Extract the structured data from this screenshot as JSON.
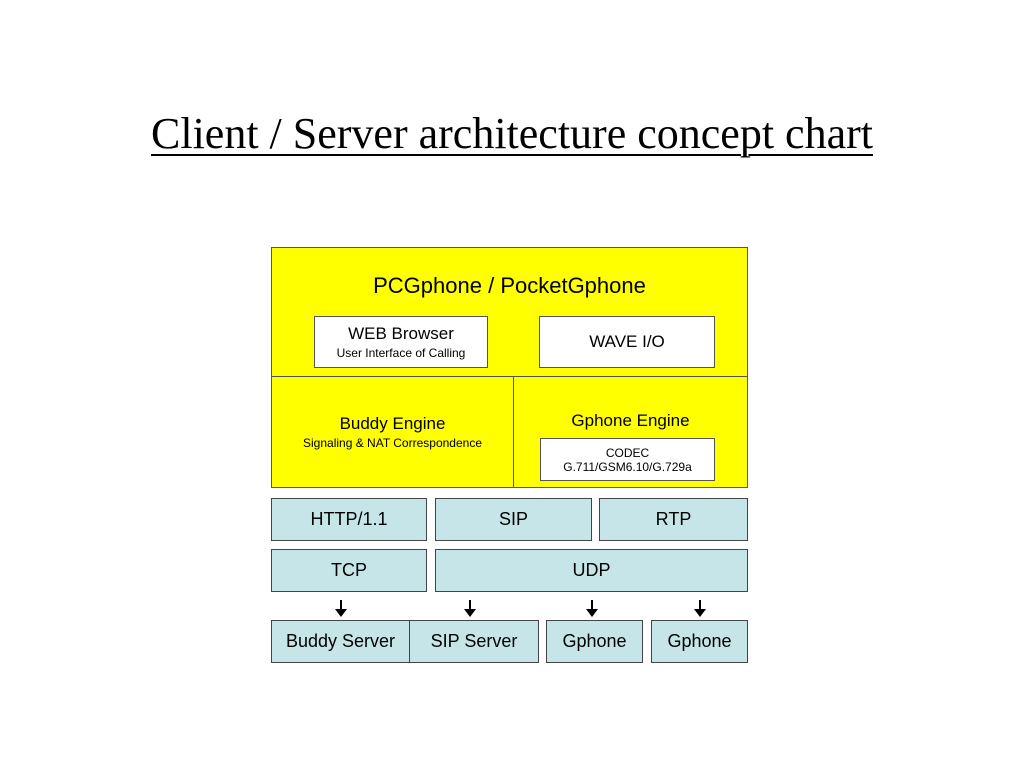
{
  "title": "Client / Server architecture concept chart",
  "client": {
    "title": "PCGphone / PocketGphone",
    "web_browser": {
      "title": "WEB Browser",
      "subtitle": "User Interface of Calling"
    },
    "wave_io": "WAVE I/O",
    "buddy_engine": {
      "title": "Buddy Engine",
      "subtitle": "Signaling &  NAT Correspondence"
    },
    "gphone_engine": {
      "title": "Gphone Engine",
      "codec_title": "CODEC",
      "codec_formats": "G.711/GSM6.10/G.729a"
    }
  },
  "protocols": {
    "app_layer": [
      "HTTP/1.1",
      "SIP",
      "RTP"
    ],
    "transport_layer": [
      "TCP",
      "UDP"
    ]
  },
  "servers": [
    "Buddy Server",
    "SIP Server",
    "Gphone",
    "Gphone"
  ],
  "colors": {
    "client_bg": "#ffff00",
    "protocol_bg": "#c6e5e8"
  }
}
